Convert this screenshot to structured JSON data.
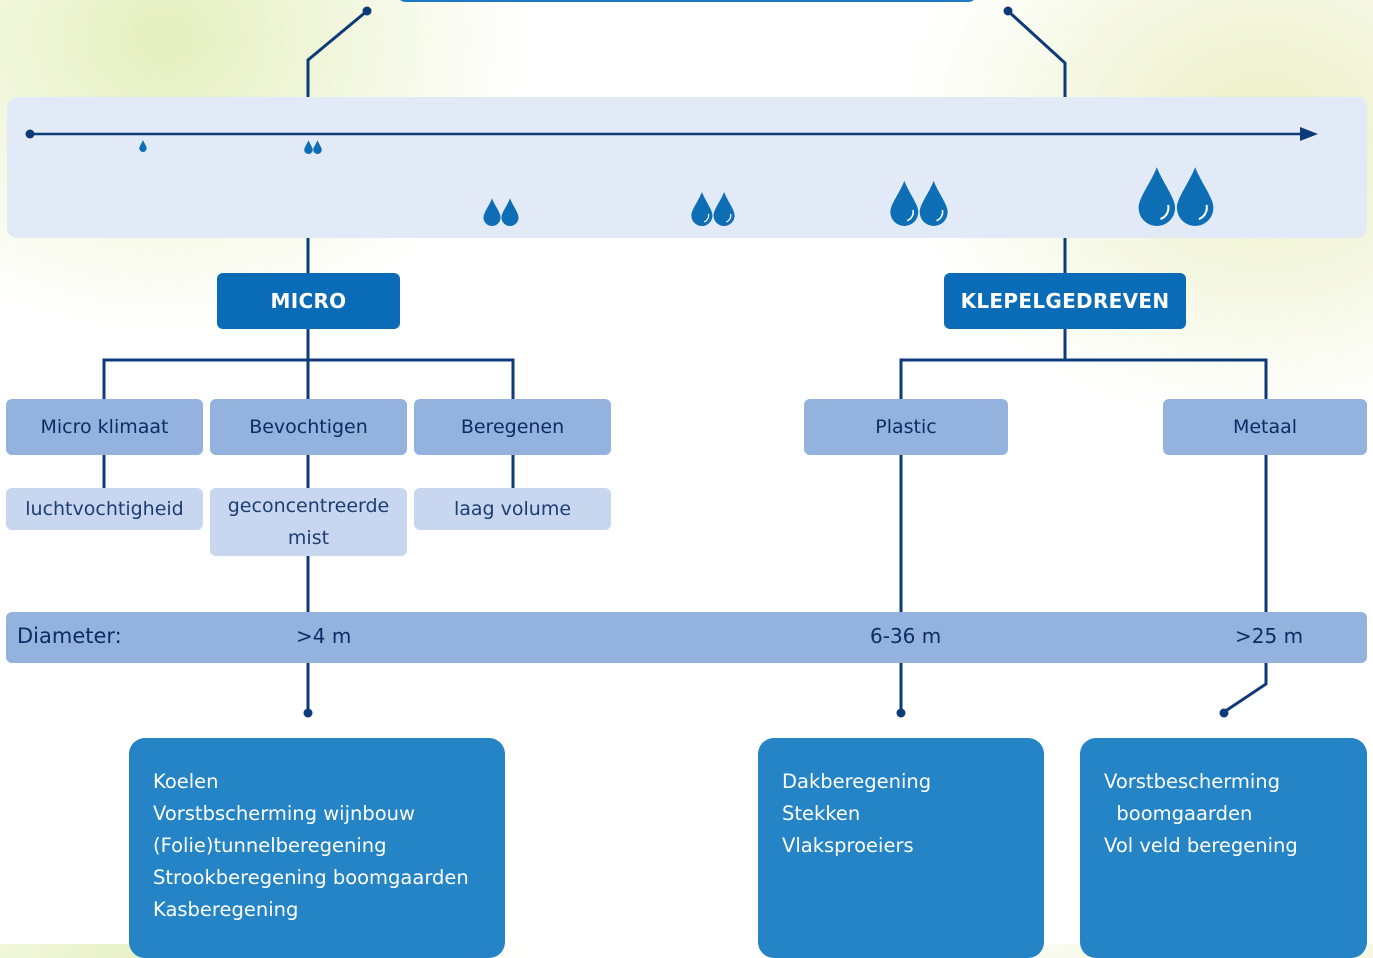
{
  "colors": {
    "line": "#0d3a78",
    "drop": "#0d6eb5",
    "dark_box": "#0a6bb6",
    "mid_box": "#93b3de",
    "light_box": "#c8d7ef",
    "info_box": "#2484c6",
    "band": "#e3eaf7"
  },
  "scale": {
    "drops": [
      {
        "size": 0.13
      },
      {
        "size": 0.15
      },
      {
        "size": 0.3
      },
      {
        "size": 0.37
      },
      {
        "size": 0.49
      },
      {
        "size": 0.64
      }
    ]
  },
  "categories": {
    "micro": "MICRO",
    "klepel": "KLEPELGEDREVEN"
  },
  "micro_types": [
    {
      "label": "Micro klimaat",
      "detail": "luchtvochtigheid"
    },
    {
      "label": "Bevochtigen",
      "detail": "geconcentreerde mist"
    },
    {
      "label": "Beregenen",
      "detail": "laag volume"
    }
  ],
  "klepel_types": [
    {
      "label": "Plastic"
    },
    {
      "label": "Metaal"
    }
  ],
  "diameter": {
    "label": "Diameter:",
    "micro": ">4 m",
    "plastic": "6-36 m",
    "metaal": ">25 m"
  },
  "applications": {
    "micro": [
      "Koelen",
      "Vorstbscherming wijnbouw",
      "(Folie)tunnelberegening",
      "Strookberegening boomgaarden",
      "Kasberegening"
    ],
    "plastic": [
      "Dakberegening",
      "Stekken",
      "Vlaksproeiers"
    ],
    "metaal": [
      "Vorstbescherming",
      "  boomgaarden",
      "Vol veld beregening"
    ]
  }
}
